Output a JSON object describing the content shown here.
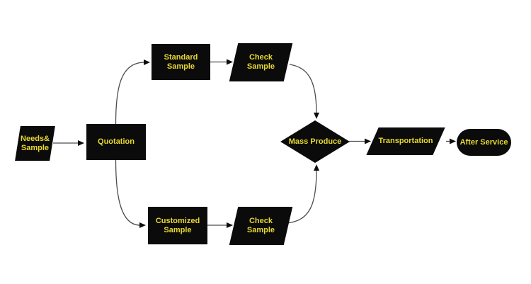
{
  "diagram": {
    "type": "flowchart",
    "colors": {
      "canvas_bg": "#ffffff",
      "shape_fill": "#0b0b0b",
      "label_text": "#e8d830",
      "arrow_line": "#4d4d4d",
      "arrow_head": "#0d0d0d"
    },
    "nodes": {
      "needs_sample": {
        "shape": "parallelogram",
        "lines": [
          "Needs&",
          "Sample"
        ]
      },
      "quotation": {
        "shape": "rectangle",
        "lines": [
          "Quotation"
        ]
      },
      "standard_sample": {
        "shape": "rectangle",
        "lines": [
          "Standard",
          "Sample"
        ]
      },
      "check_sample_top": {
        "shape": "parallelogram",
        "lines": [
          "Check",
          "Sample"
        ]
      },
      "customized_sample": {
        "shape": "rectangle",
        "lines": [
          "Customized",
          "Sample"
        ]
      },
      "check_sample_bottom": {
        "shape": "parallelogram",
        "lines": [
          "Check",
          "Sample"
        ]
      },
      "mass_produce": {
        "shape": "diamond",
        "lines": [
          "Mass Produce"
        ]
      },
      "transportation": {
        "shape": "parallelogram",
        "lines": [
          "Transportation"
        ]
      },
      "after_service": {
        "shape": "stadium",
        "lines": [
          "After Service"
        ]
      }
    },
    "edges": [
      {
        "from": "needs_sample",
        "to": "quotation"
      },
      {
        "from": "quotation",
        "to": "standard_sample"
      },
      {
        "from": "standard_sample",
        "to": "check_sample_top"
      },
      {
        "from": "check_sample_top",
        "to": "mass_produce"
      },
      {
        "from": "quotation",
        "to": "customized_sample"
      },
      {
        "from": "customized_sample",
        "to": "check_sample_bottom"
      },
      {
        "from": "check_sample_bottom",
        "to": "mass_produce"
      },
      {
        "from": "mass_produce",
        "to": "transportation"
      },
      {
        "from": "transportation",
        "to": "after_service"
      }
    ]
  }
}
